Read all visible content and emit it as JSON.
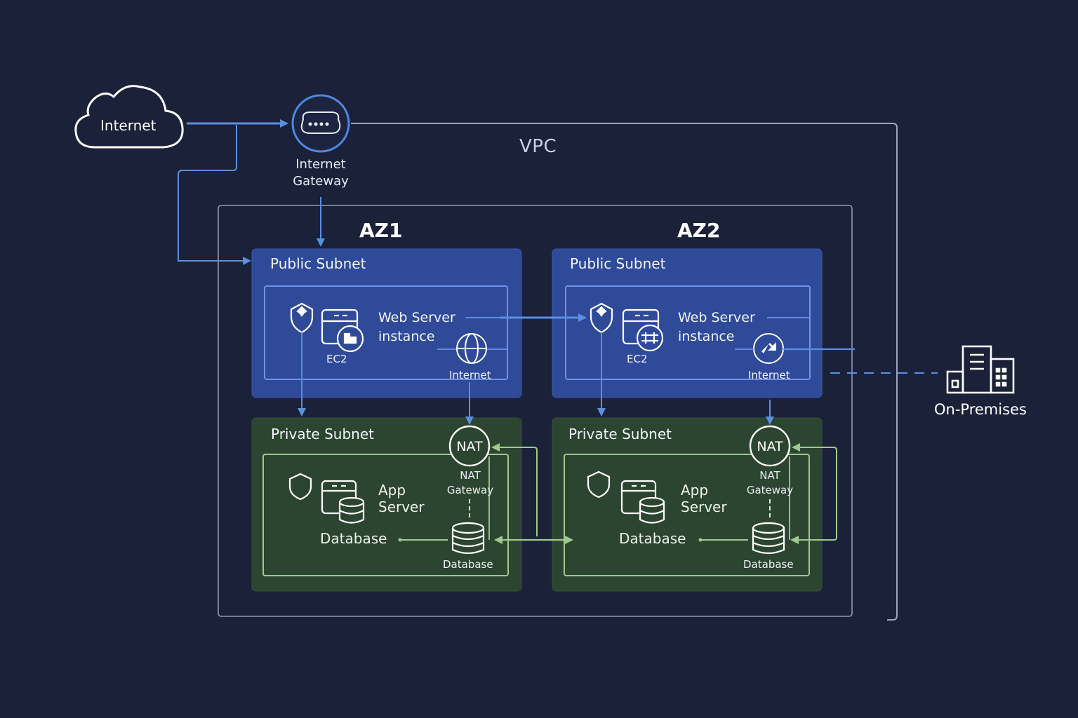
{
  "internet": {
    "label": "Internet"
  },
  "internet_gateway": {
    "line1": "Internet",
    "line2": "Gateway"
  },
  "vpc": {
    "label": "VPC"
  },
  "az1": {
    "label": "AZ1",
    "public_subnet": {
      "title": "Public Subnet",
      "web_server": {
        "line1": "Web Server",
        "line2": "instance"
      },
      "ec2_label": "EC2",
      "internet_label": "Internet"
    },
    "private_subnet": {
      "title": "Private Subnet",
      "nat_circle": "NAT",
      "nat_gateway": {
        "line1": "NAT",
        "line2": "Gateway"
      },
      "app_server": {
        "line1": "App",
        "line2": "Server"
      },
      "database_label": "Database",
      "database_icon_label": "Database"
    }
  },
  "az2": {
    "label": "AZ2",
    "public_subnet": {
      "title": "Public Subnet",
      "web_server": {
        "line1": "Web Server",
        "line2": "instance"
      },
      "ec2_label": "EC2",
      "internet_label": "Internet"
    },
    "private_subnet": {
      "title": "Private Subnet",
      "nat_circle": "NAT",
      "nat_gateway": {
        "line1": "NAT",
        "line2": "Gateway"
      },
      "app_server": {
        "line1": "App",
        "line2": "Server"
      },
      "database_label": "Database",
      "database_icon_label": "Database"
    }
  },
  "on_premises": {
    "label": "On-Premises"
  },
  "colors": {
    "background": "#1b2138",
    "public_subnet": "#2f4a99",
    "private_subnet": "#2c4530",
    "blue_arrow": "#5b8fe0",
    "green_arrow": "#9fc98e",
    "vpc_border": "#9aa6c4"
  }
}
